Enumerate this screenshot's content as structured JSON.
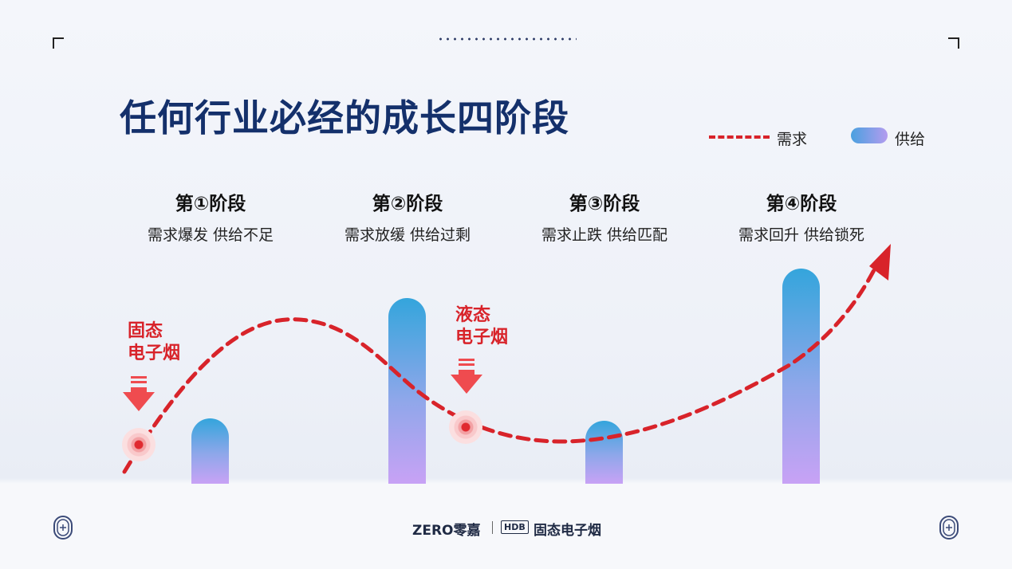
{
  "title": "任何行业必经的成长四阶段",
  "legend": {
    "demand_label": "需求",
    "supply_label": "供给"
  },
  "stages": [
    {
      "title": "第①阶段",
      "desc": "需求爆发 供给不足"
    },
    {
      "title": "第②阶段",
      "desc": "需求放缓 供给过剩"
    },
    {
      "title": "第③阶段",
      "desc": "需求止跌 供给匹配"
    },
    {
      "title": "第④阶段",
      "desc": "需求回升 供给锁死"
    }
  ],
  "annotations": [
    {
      "line1": "固态",
      "line2": "电子烟"
    },
    {
      "line1": "液态",
      "line2": "电子烟"
    }
  ],
  "footer": {
    "brand": "ZERO零嘉",
    "hdb": "HDB",
    "name": "固态电子烟"
  },
  "colors": {
    "demand": "#d8232a",
    "title": "#14306b",
    "supply_top": "#34a5dc",
    "supply_bottom": "#c8a2f5"
  },
  "chart_data": {
    "type": "bar",
    "categories": [
      "第①阶段",
      "第②阶段",
      "第③阶段",
      "第④阶段"
    ],
    "series": [
      {
        "name": "供给",
        "type": "bar",
        "values": [
          0.35,
          1.0,
          0.34,
          1.16
        ]
      },
      {
        "name": "需求",
        "type": "line",
        "curve": "dashed-arrow",
        "shape": "rise-fall-flat-rise"
      }
    ],
    "markers": [
      {
        "label": "固态电子烟",
        "stage": "第①阶段"
      },
      {
        "label": "液态电子烟",
        "stage": "第②阶段"
      }
    ],
    "units": "relative"
  }
}
